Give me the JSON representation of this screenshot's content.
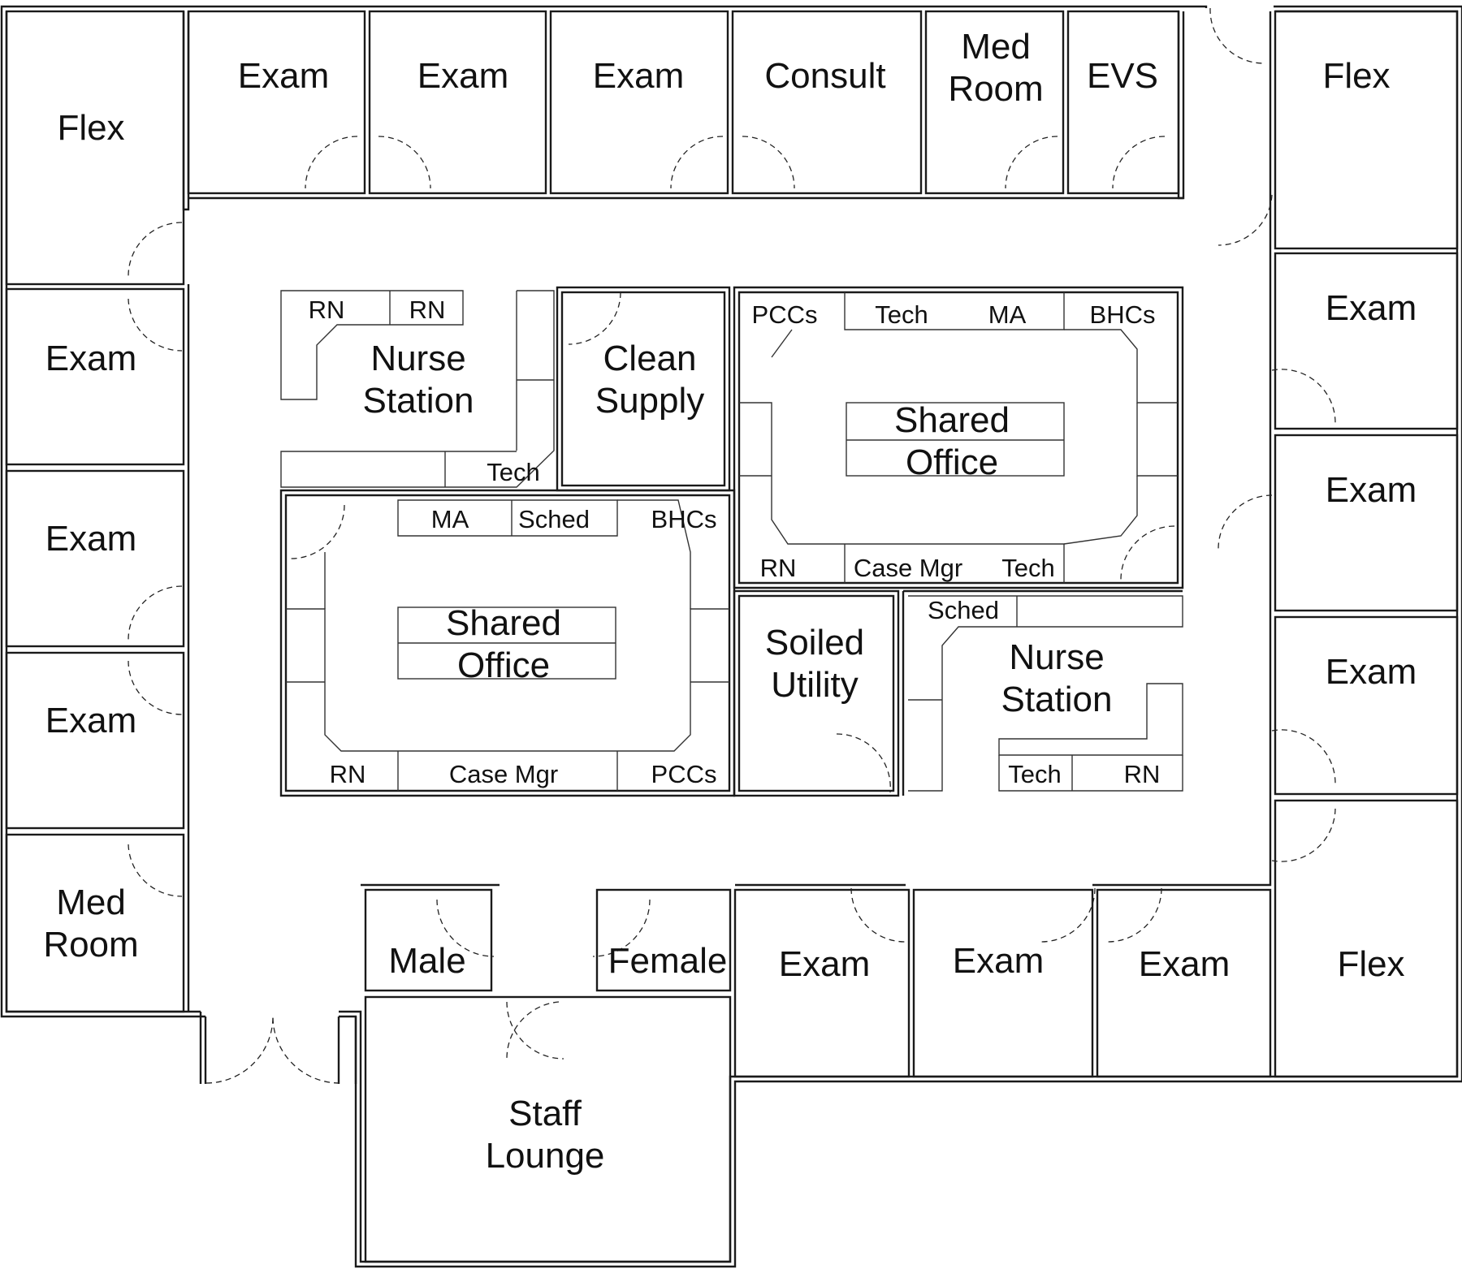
{
  "rooms": {
    "flex_top_left": "Flex",
    "exam_top_1": "Exam",
    "exam_top_2": "Exam",
    "exam_top_3": "Exam",
    "consult": "Consult",
    "med_room_top": [
      "Med",
      "Room"
    ],
    "evs": "EVS",
    "flex_top_right": "Flex",
    "exam_left_1": "Exam",
    "exam_left_2": "Exam",
    "exam_left_3": "Exam",
    "med_room_left": [
      "Med",
      "Room"
    ],
    "exam_right_1": "Exam",
    "exam_right_2": "Exam",
    "exam_right_3": "Exam",
    "flex_bottom_right": "Flex",
    "exam_bottom_1": "Exam",
    "exam_bottom_2": "Exam",
    "exam_bottom_3": "Exam",
    "male": "Male",
    "female": "Female",
    "staff_lounge": [
      "Staff",
      "Lounge"
    ],
    "soiled_utility": [
      "Soiled",
      "Utility"
    ],
    "clean_supply": [
      "Clean",
      "Supply"
    ],
    "nurse_station_tl": [
      "Nurse",
      "Station"
    ],
    "nurse_station_br": [
      "Nurse",
      "Station"
    ],
    "shared_office_left": [
      "Shared",
      "Office"
    ],
    "shared_office_right": [
      "Shared",
      "Office"
    ]
  },
  "desks": {
    "tl_rn_1": "RN",
    "tl_rn_2": "RN",
    "tl_tech": "Tech",
    "so_left_ma": "MA",
    "so_left_sched": "Sched",
    "so_left_bhcs": "BHCs",
    "so_left_rn": "RN",
    "so_left_case_mgr": "Case Mgr",
    "so_left_pccs": "PCCs",
    "so_right_pccs": "PCCs",
    "so_right_tech": "Tech",
    "so_right_ma": "MA",
    "so_right_bhcs": "BHCs",
    "so_right_rn": "RN",
    "so_right_case_mgr": "Case Mgr",
    "so_right_tech_2": "Tech",
    "br_sched": "Sched",
    "br_tech": "Tech",
    "br_rn": "RN"
  }
}
